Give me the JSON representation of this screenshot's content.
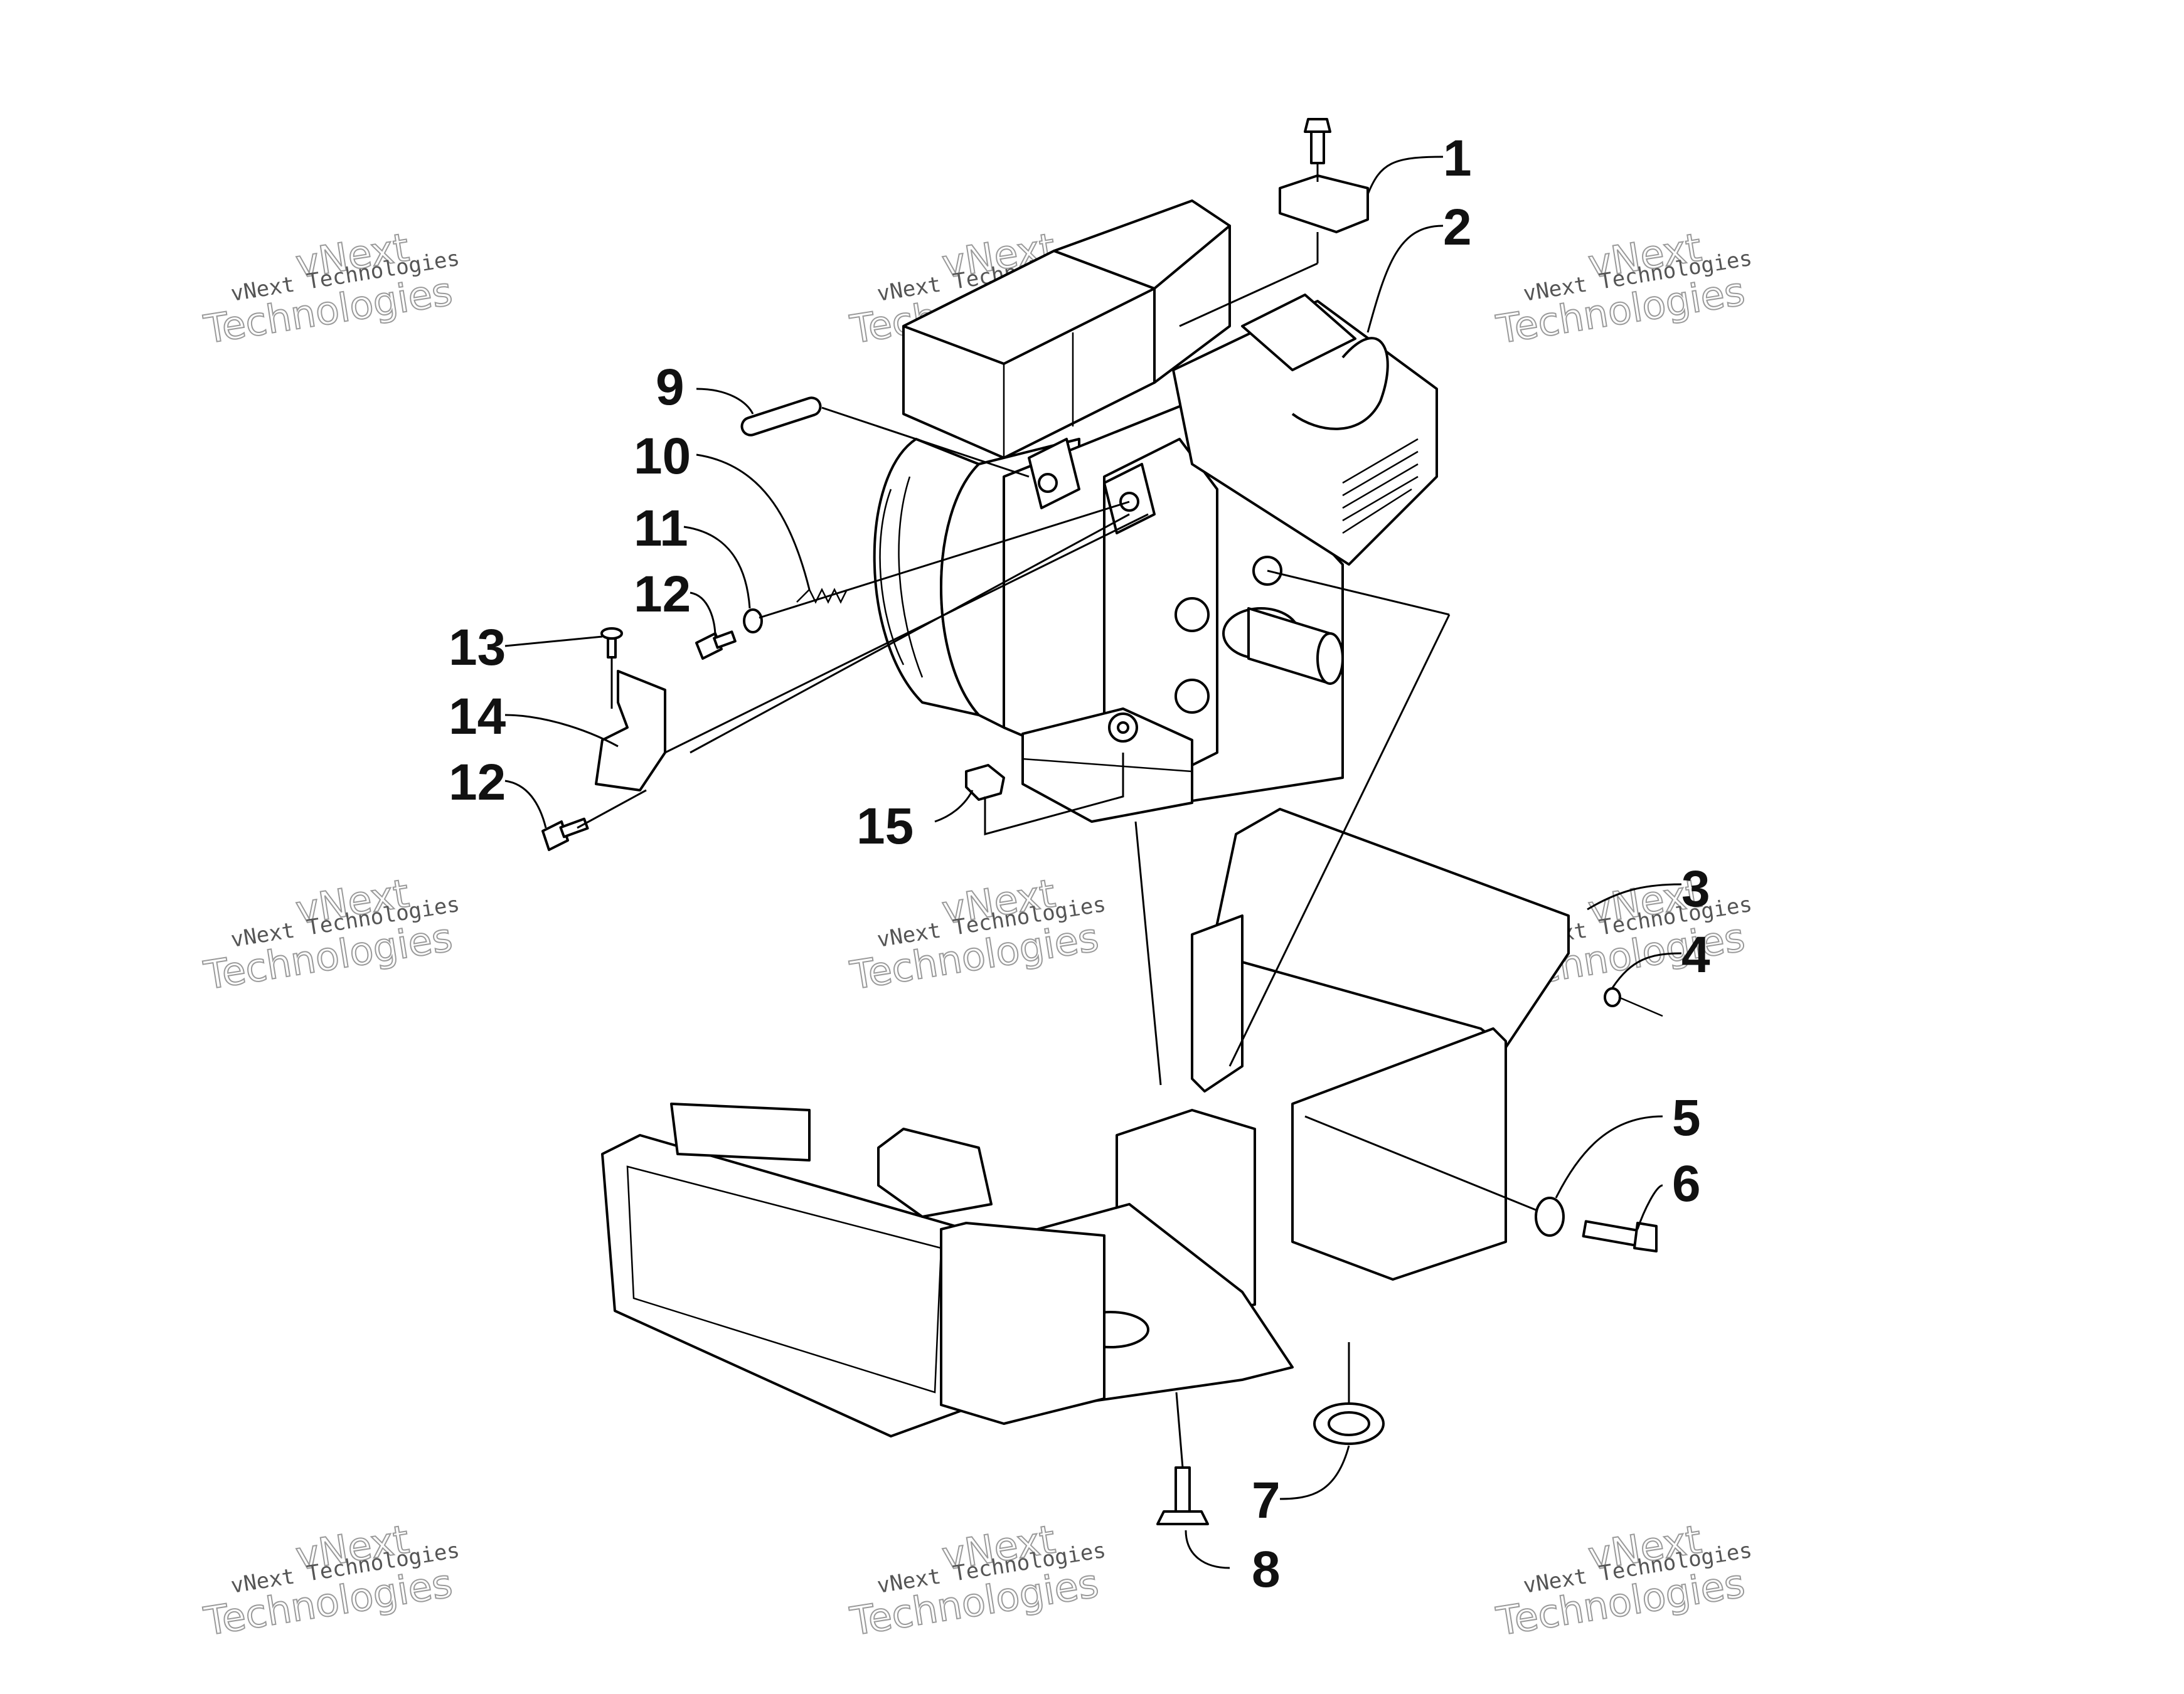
{
  "watermark": {
    "line1": "vNext Technologies",
    "line2": "vNext",
    "line3": "Technologies"
  },
  "callouts": [
    {
      "id": "1",
      "label": "1"
    },
    {
      "id": "2",
      "label": "2"
    },
    {
      "id": "3",
      "label": "3"
    },
    {
      "id": "4",
      "label": "4"
    },
    {
      "id": "5",
      "label": "5"
    },
    {
      "id": "6",
      "label": "6"
    },
    {
      "id": "7",
      "label": "7"
    },
    {
      "id": "8",
      "label": "8"
    },
    {
      "id": "9",
      "label": "9"
    },
    {
      "id": "10",
      "label": "10"
    },
    {
      "id": "11",
      "label": "11"
    },
    {
      "id": "12a",
      "label": "12"
    },
    {
      "id": "13",
      "label": "13"
    },
    {
      "id": "14",
      "label": "14"
    },
    {
      "id": "12b",
      "label": "12"
    },
    {
      "id": "15",
      "label": "15"
    }
  ]
}
